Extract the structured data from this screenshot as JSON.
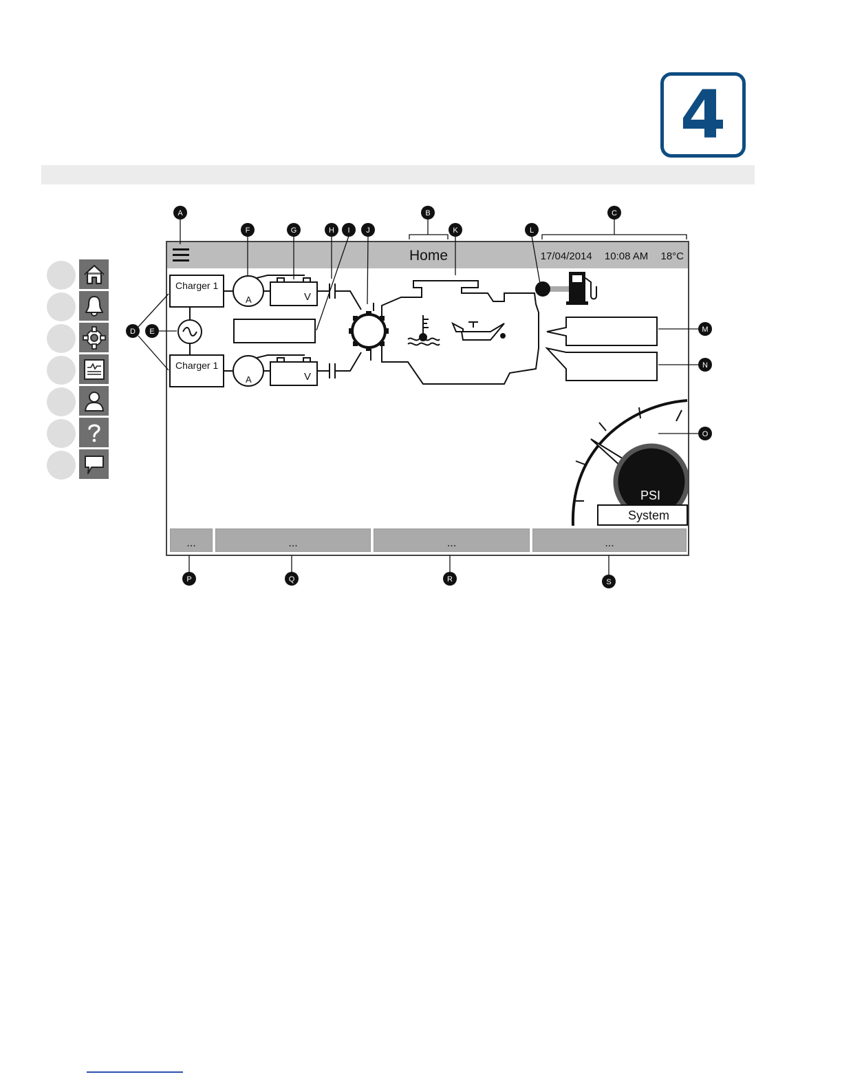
{
  "chapter": {
    "number": "4"
  },
  "header": {
    "title": "Home",
    "date": "17/04/2014",
    "time": "10:08 AM",
    "temperature": "18°C"
  },
  "charger_top": {
    "label": "Charger 1"
  },
  "charger_bottom": {
    "label": "Charger 1"
  },
  "meters": {
    "ammeter_unit": "A",
    "voltmeter_unit": "V"
  },
  "gauge": {
    "unit_label": "PSI",
    "system_label": "System"
  },
  "footer": {
    "tabs": [
      "...",
      "...",
      "...",
      "..."
    ]
  },
  "side_nav": {
    "items": [
      "home-icon",
      "bell-icon",
      "gear-icon",
      "chart-icon",
      "user-icon",
      "help-icon",
      "chat-icon"
    ]
  },
  "callouts": {
    "labels": [
      "A",
      "B",
      "C",
      "D",
      "E",
      "F",
      "G",
      "H",
      "I",
      "J",
      "K",
      "L",
      "M",
      "N",
      "O",
      "P",
      "Q",
      "R",
      "S"
    ]
  },
  "colors": {
    "brand_blue": "#0f4c81",
    "header_grey": "#bcbcbc",
    "nav_grey": "#6f6f6f"
  }
}
